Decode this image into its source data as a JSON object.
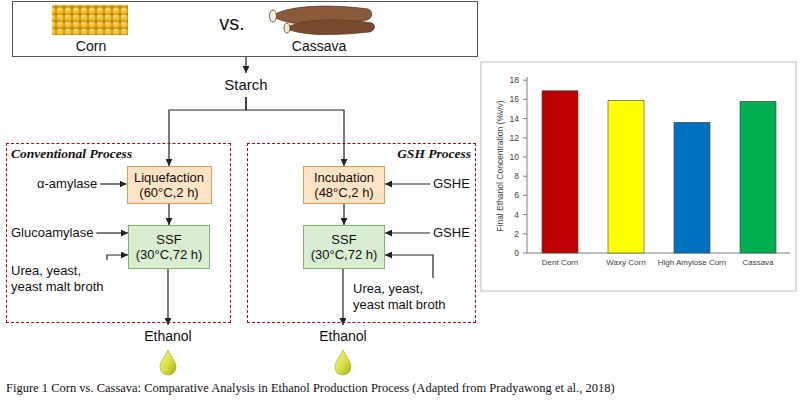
{
  "diagram": {
    "caption": "Figure 1 Corn vs. Cassava: Comparative Analysis in Ethanol Production Process (Adapted from Pradyawong et al., 2018)",
    "nodes": [
      {
        "text": [
          "Corn",
          "vs.",
          "Cassava"
        ]
      },
      {
        "text": [
          "Starch"
        ]
      },
      {
        "text": [
          "Conventional Process"
        ]
      },
      {
        "text": [
          "α-amylase"
        ],
        "in": 2
      },
      {
        "text": [
          "Liquefaction",
          "(60°C,2 h)"
        ],
        "in": 2
      },
      {
        "text": [
          "Glucoamylase"
        ],
        "in": 2
      },
      {
        "text": [
          "SSF",
          "(30°C,72 h)"
        ],
        "in": 2
      },
      {
        "text": [
          "Urea, yeast, yeast malt broth"
        ],
        "in": 2
      },
      {
        "text": [
          "GSH Process"
        ]
      },
      {
        "text": [
          "Incubation",
          "(48°C,2 h)"
        ],
        "in": 8
      },
      {
        "text": [
          "GSHE"
        ],
        "in": 8
      },
      {
        "text": [
          "SSF",
          "(30°C,72 h)"
        ],
        "in": 8
      },
      {
        "text": [
          "GSHE"
        ],
        "in": 8
      },
      {
        "text": [
          "Urea, yeast, yeast malt broth"
        ],
        "in": 8
      },
      {
        "text": [
          "Ethanol"
        ]
      },
      {
        "text": [
          "Ethanol"
        ]
      }
    ],
    "edges": [
      {
        "from": 0,
        "to": 1,
        "arrow": "to"
      },
      {
        "from": 1,
        "to": 4,
        "arrow": "to"
      },
      {
        "from": 1,
        "to": 9,
        "arrow": "to"
      },
      {
        "from": 3,
        "to": 4,
        "arrow": "to"
      },
      {
        "from": 4,
        "to": 6,
        "arrow": "to"
      },
      {
        "from": 5,
        "to": 6,
        "arrow": "to"
      },
      {
        "from": 7,
        "to": 6,
        "arrow": "to"
      },
      {
        "from": 6,
        "to": 14,
        "arrow": "to"
      },
      {
        "from": 10,
        "to": 9,
        "arrow": "to"
      },
      {
        "from": 9,
        "to": 11,
        "arrow": "to"
      },
      {
        "from": 12,
        "to": 11,
        "arrow": "to"
      },
      {
        "from": 13,
        "to": 11,
        "arrow": "to"
      },
      {
        "from": 11,
        "to": 15,
        "arrow": "to"
      }
    ],
    "labels": [
      "18",
      "16",
      "14",
      "12",
      "10",
      "8",
      "6",
      "4",
      "2",
      "0",
      "Final Ethanol Concentration (%v/v)",
      "Dent Corn",
      "Waxy Corn",
      "High Amylose Corn",
      "Cassava"
    ]
  }
}
